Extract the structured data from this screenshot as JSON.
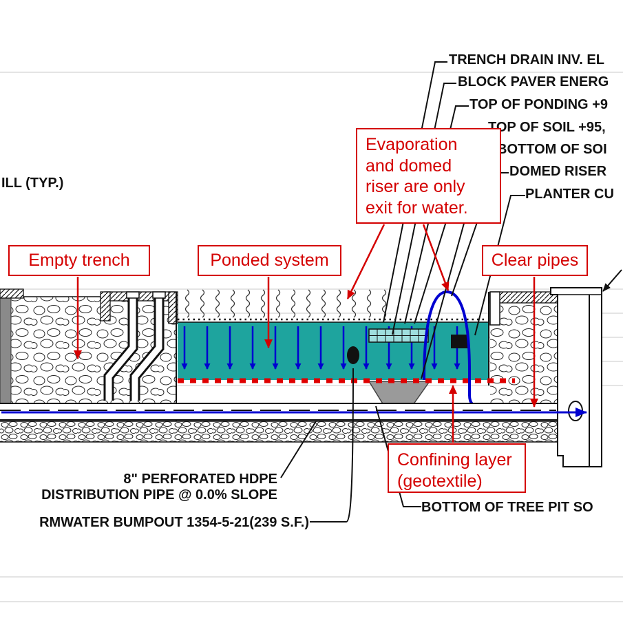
{
  "colors": {
    "red": "#d40000",
    "blue": "#0000d0",
    "teal_water": "#1ea49e",
    "paver": "#9fdede",
    "gray_band": "#8a8a8a",
    "trapezoid": "#9a9a9a"
  },
  "callouts": {
    "top_right": [
      {
        "text": "TRENCH DRAIN INV. EL"
      },
      {
        "text": "BLOCK PAVER ENERG"
      },
      {
        "text": "TOP OF PONDING +9"
      },
      {
        "text": "TOP OF SOIL +95,"
      },
      {
        "text": "BOTTOM OF SOI"
      },
      {
        "text": "DOMED RISER"
      },
      {
        "text": "PLANTER CU"
      }
    ],
    "left_fill": "ILL (TYP.)",
    "pipe_line1": "8\" PERFORATED HDPE",
    "pipe_line2": "DISTRIBUTION PIPE @ 0.0% SLOPE",
    "bumpout": "RMWATER BUMPOUT 1354-5-21(239 S.F.)",
    "bottom_tree_pit": "BOTTOM OF TREE PIT SO"
  },
  "annotations": {
    "evaporation_note": {
      "lines": [
        "Evaporation",
        "and domed",
        "riser are only",
        "exit for water."
      ]
    },
    "empty_trench": "Empty trench",
    "ponded_system": "Ponded system",
    "clear_pipes": "Clear pipes",
    "confining_layer": {
      "lines": [
        "Confining layer",
        "(geotextile)"
      ]
    }
  }
}
